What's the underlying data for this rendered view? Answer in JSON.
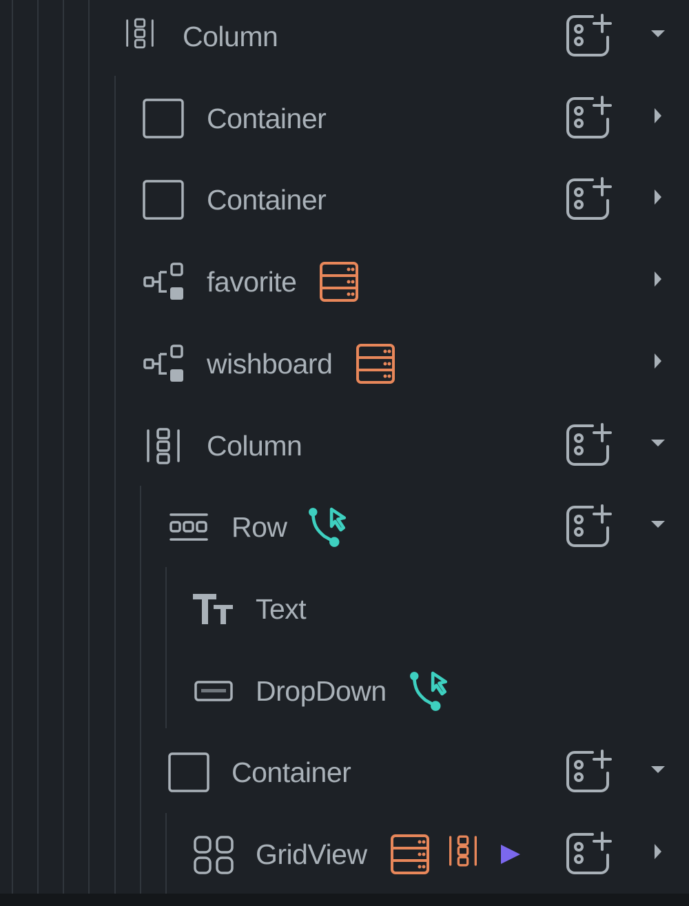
{
  "colors": {
    "background": "#1d2126",
    "text": "#a9b1b8",
    "data_source": "#e8875a",
    "action": "#3ed0c0",
    "play": "#7b68ee"
  },
  "tree": [
    {
      "label": "Column",
      "type": "column",
      "depth": 0,
      "badges": [],
      "add": true,
      "chevron": "down"
    },
    {
      "label": "Container",
      "type": "container",
      "depth": 1,
      "badges": [],
      "add": true,
      "chevron": "right"
    },
    {
      "label": "Container",
      "type": "container",
      "depth": 1,
      "badges": [],
      "add": true,
      "chevron": "right"
    },
    {
      "label": "favorite",
      "type": "component",
      "depth": 1,
      "badges": [
        "data-source-icon"
      ],
      "add": false,
      "chevron": "right"
    },
    {
      "label": "wishboard",
      "type": "component",
      "depth": 1,
      "badges": [
        "data-source-icon"
      ],
      "add": false,
      "chevron": "right"
    },
    {
      "label": "Column",
      "type": "column",
      "depth": 1,
      "badges": [],
      "add": true,
      "chevron": "down"
    },
    {
      "label": "Row",
      "type": "row",
      "depth": 2,
      "badges": [
        "action-icon"
      ],
      "add": true,
      "chevron": "down"
    },
    {
      "label": "Text",
      "type": "text",
      "depth": 3,
      "badges": [],
      "add": false,
      "chevron": ""
    },
    {
      "label": "DropDown",
      "type": "dropdown",
      "depth": 3,
      "badges": [
        "action-icon"
      ],
      "add": false,
      "chevron": ""
    },
    {
      "label": "Container",
      "type": "container",
      "depth": 2,
      "badges": [],
      "add": true,
      "chevron": "down"
    },
    {
      "label": "GridView",
      "type": "gridview",
      "depth": 3,
      "badges": [
        "data-source-icon",
        "column-icon",
        "play-icon"
      ],
      "add": true,
      "chevron": "right"
    }
  ]
}
